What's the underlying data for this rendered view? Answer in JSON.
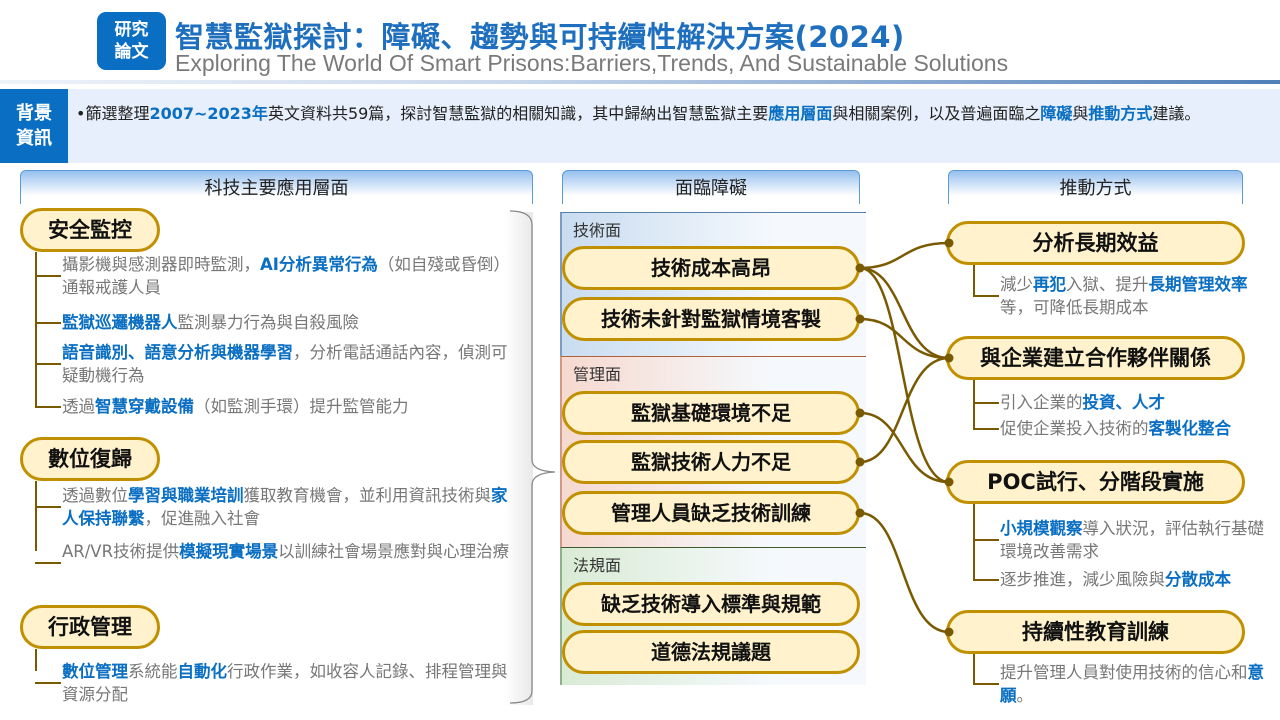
{
  "header": {
    "badge": [
      "研究",
      "論文"
    ],
    "title": "智慧監獄探討：障礙、趨勢與可持續性解決方案(2024)",
    "subtitle": "Exploring The World Of Smart Prisons:Barriers,Trends, And Sustainable Solutions"
  },
  "background": {
    "label": [
      "背景",
      "資訊"
    ],
    "text": [
      [
        "•篩選整理",
        0
      ],
      [
        "2007~2023年",
        1
      ],
      [
        "英文資料共59篇，探討智慧監獄的相關知識，其中歸納出智慧監獄主要",
        0
      ],
      [
        "應用層面",
        1
      ],
      [
        "與相關案例，以及普遍面臨之",
        0
      ],
      [
        "障礙",
        1
      ],
      [
        "與",
        0
      ],
      [
        "推動方式",
        1
      ],
      [
        "建議。",
        0
      ]
    ]
  },
  "columns": {
    "left": "科技主要應用層面",
    "middle": "面臨障礙",
    "right": "推動方式"
  },
  "applications": [
    {
      "title": "安全監控",
      "items": [
        [
          [
            "攝影機與感測器即時監測，",
            0
          ],
          [
            "AI分析異常行為",
            1
          ],
          [
            "（如自殘或昏倒）通報戒護人員",
            0
          ]
        ],
        [
          [
            "監獄巡邏機器人",
            1
          ],
          [
            "監測暴力行為與自殺風險",
            0
          ]
        ],
        [
          [
            "語音識別、語意分析與機器學習",
            1
          ],
          [
            "，分析電話通話內容，偵測可疑動機行為",
            0
          ]
        ],
        [
          [
            "透過",
            0
          ],
          [
            "智慧穿戴設備",
            1
          ],
          [
            "（如監測手環）提升監管能力",
            0
          ]
        ]
      ]
    },
    {
      "title": "數位復歸",
      "items": [
        [
          [
            "透過數位",
            0
          ],
          [
            "學習與職業培訓",
            1
          ],
          [
            "獲取教育機會，並利用資訊技術與",
            0
          ],
          [
            "家人保持聯繫",
            1
          ],
          [
            "，促進融入社會",
            0
          ]
        ],
        [
          [
            "AR/VR技術提供",
            0
          ],
          [
            "模擬現實場景",
            1
          ],
          [
            "以訓練社會場景應對與心理治療",
            0
          ]
        ]
      ]
    },
    {
      "title": "行政管理",
      "items": [
        [
          [
            "數位管理",
            1
          ],
          [
            "系統能",
            0
          ],
          [
            "自動化",
            1
          ],
          [
            "行政作業，如收容人記錄、排程管理與資源分配",
            0
          ]
        ]
      ]
    }
  ],
  "barriers": [
    {
      "section": "技術面",
      "items": [
        "技術成本高昂",
        "技術未針對監獄情境客製"
      ]
    },
    {
      "section": "管理面",
      "items": [
        "監獄基礎環境不足",
        "監獄技術人力不足",
        "管理人員缺乏技術訓練"
      ]
    },
    {
      "section": "法規面",
      "items": [
        "缺乏技術導入標準與規範",
        "道德法規議題"
      ]
    }
  ],
  "approaches": [
    {
      "title": "分析長期效益",
      "items": [
        [
          [
            "減少",
            0
          ],
          [
            "再犯",
            1
          ],
          [
            "入獄、提升",
            0
          ],
          [
            "長期管理效率",
            1
          ],
          [
            "等，可降低長期成本",
            0
          ]
        ]
      ]
    },
    {
      "title": "與企業建立合作夥伴關係",
      "items": [
        [
          [
            "引入企業的",
            0
          ],
          [
            "投資、人才",
            1
          ]
        ],
        [
          [
            "促使企業投入技術的",
            0
          ],
          [
            "客製化整合",
            1
          ]
        ]
      ]
    },
    {
      "title": "POC試行、分階段實施",
      "items": [
        [
          [
            "小規模觀察",
            1
          ],
          [
            "導入狀況，評估執行基礎環境改善需求",
            0
          ]
        ],
        [
          [
            "逐步推進，減少風險與",
            0
          ],
          [
            "分散成本",
            1
          ]
        ]
      ]
    },
    {
      "title": "持續性教育訓練",
      "items": [
        [
          [
            "提升管理人員對使用技術的信心和",
            0
          ],
          [
            "意願",
            1
          ],
          [
            "。",
            0
          ]
        ]
      ]
    }
  ],
  "links": [
    [
      0,
      0
    ],
    [
      0,
      1
    ],
    [
      0,
      2
    ],
    [
      1,
      1
    ],
    [
      2,
      2
    ],
    [
      3,
      1
    ],
    [
      4,
      3
    ]
  ],
  "colors": {
    "accent": "#0a6fc2",
    "pill_fill": "#fff2cc",
    "pill_border": "#c09000",
    "connector": "#7a5a00"
  }
}
